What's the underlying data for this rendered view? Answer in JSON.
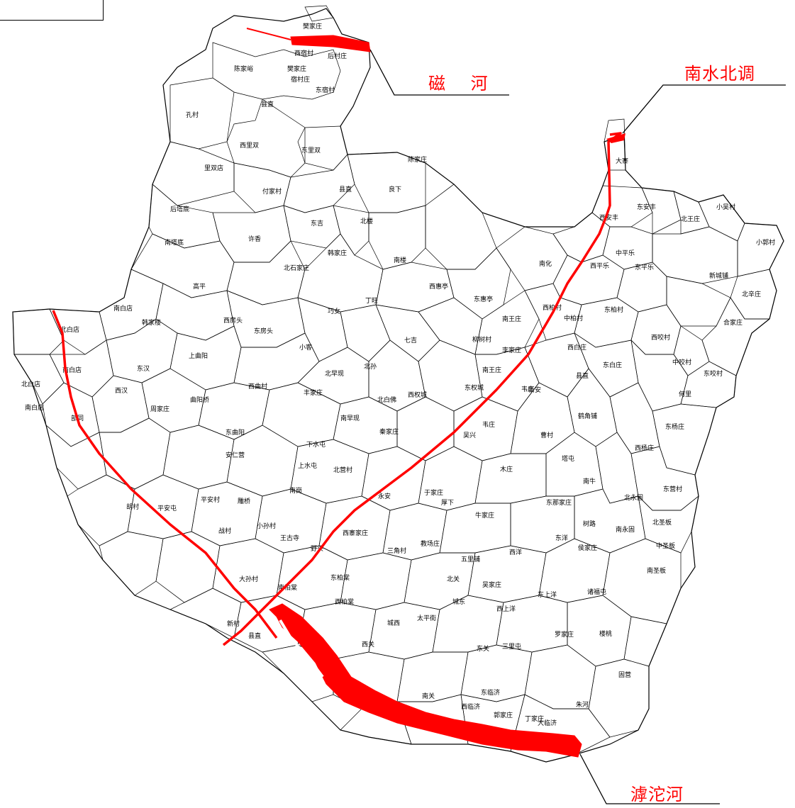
{
  "rivers": {
    "cihe": "磁  河",
    "nanshui": "南水北调",
    "hutuo": "滹沱河"
  },
  "colors": {
    "river": "#ff0000",
    "boundary": "#000000",
    "background": "#ffffff"
  },
  "villages": [
    "樊家庄",
    "西宿村",
    "后村庄",
    "陈家峪",
    "樊家庄",
    "宿村庄",
    "东宿村",
    "孔村",
    "县直",
    "西里双",
    "东里双",
    "里双店",
    "付家村",
    "后塔底",
    "许香",
    "东吉",
    "北楼",
    "陈家庄",
    "县直",
    "良下",
    "南塔底",
    "韩家庄",
    "北石家庄",
    "南楼",
    "高平",
    "南白店",
    "北白店",
    "韩家楼",
    "西房头",
    "东房头",
    "上曲阳",
    "小客",
    "巧女",
    "丁旺",
    "西惠亭",
    "东惠亭",
    "七吉",
    "北早现",
    "北孙",
    "北白佛",
    "西权城",
    "东权城",
    "南王庄",
    "南白店",
    "西汉",
    "东汉",
    "北白店",
    "南白店",
    "部同",
    "周家庄",
    "曲阳桥",
    "西曲村",
    "丰家庄",
    "东曲阳",
    "下水屯",
    "上水屯",
    "南早现",
    "秦家庄",
    "北营村",
    "南岗",
    "安仁营",
    "平安村",
    "平安屯",
    "胡村",
    "雕桥",
    "小孙村",
    "战村",
    "王古寺",
    "野头",
    "西寨家庄",
    "永安",
    "于家庄",
    "厚下",
    "牛家庄",
    "木庄",
    "吴兴",
    "曹村",
    "塔屯",
    "南牛",
    "东那家庄",
    "韦庄",
    "新安",
    "鹤角铺",
    "西杨庄",
    "东杨庄",
    "东营村",
    "北永固",
    "南永固",
    "北圣板",
    "中圣板",
    "南圣板",
    "诸福屯",
    "罗家庄",
    "楼桃",
    "固营",
    "朱河",
    "东上洋",
    "西上洋",
    "三里屯",
    "西洋",
    "东洋",
    "侯家庄",
    "树路",
    "三角村",
    "教场庄",
    "大孙村",
    "东柏棠",
    "西柏棠",
    "南柏棠",
    "新村",
    "县直",
    "城东",
    "城西",
    "西关",
    "南关",
    "东关",
    "北关",
    "太平街",
    "东临济",
    "西临济",
    "丁家庄",
    "郭家庄",
    "大临济",
    "五里铺",
    "吴家庄",
    "大寨",
    "东安丰",
    "西安丰",
    "北王庄",
    "小吴村",
    "小郭村",
    "中平乐",
    "西平乐",
    "东平乐",
    "新城铺",
    "北辛庄",
    "西柏村",
    "中柏村",
    "东柏村",
    "南化",
    "西白庄",
    "东白庄",
    "中咬村",
    "东咬村",
    "西咬村",
    "何里",
    "合家庄",
    "李家庄",
    "柳树村",
    "南王庄",
    "韦庄",
    "县直"
  ]
}
